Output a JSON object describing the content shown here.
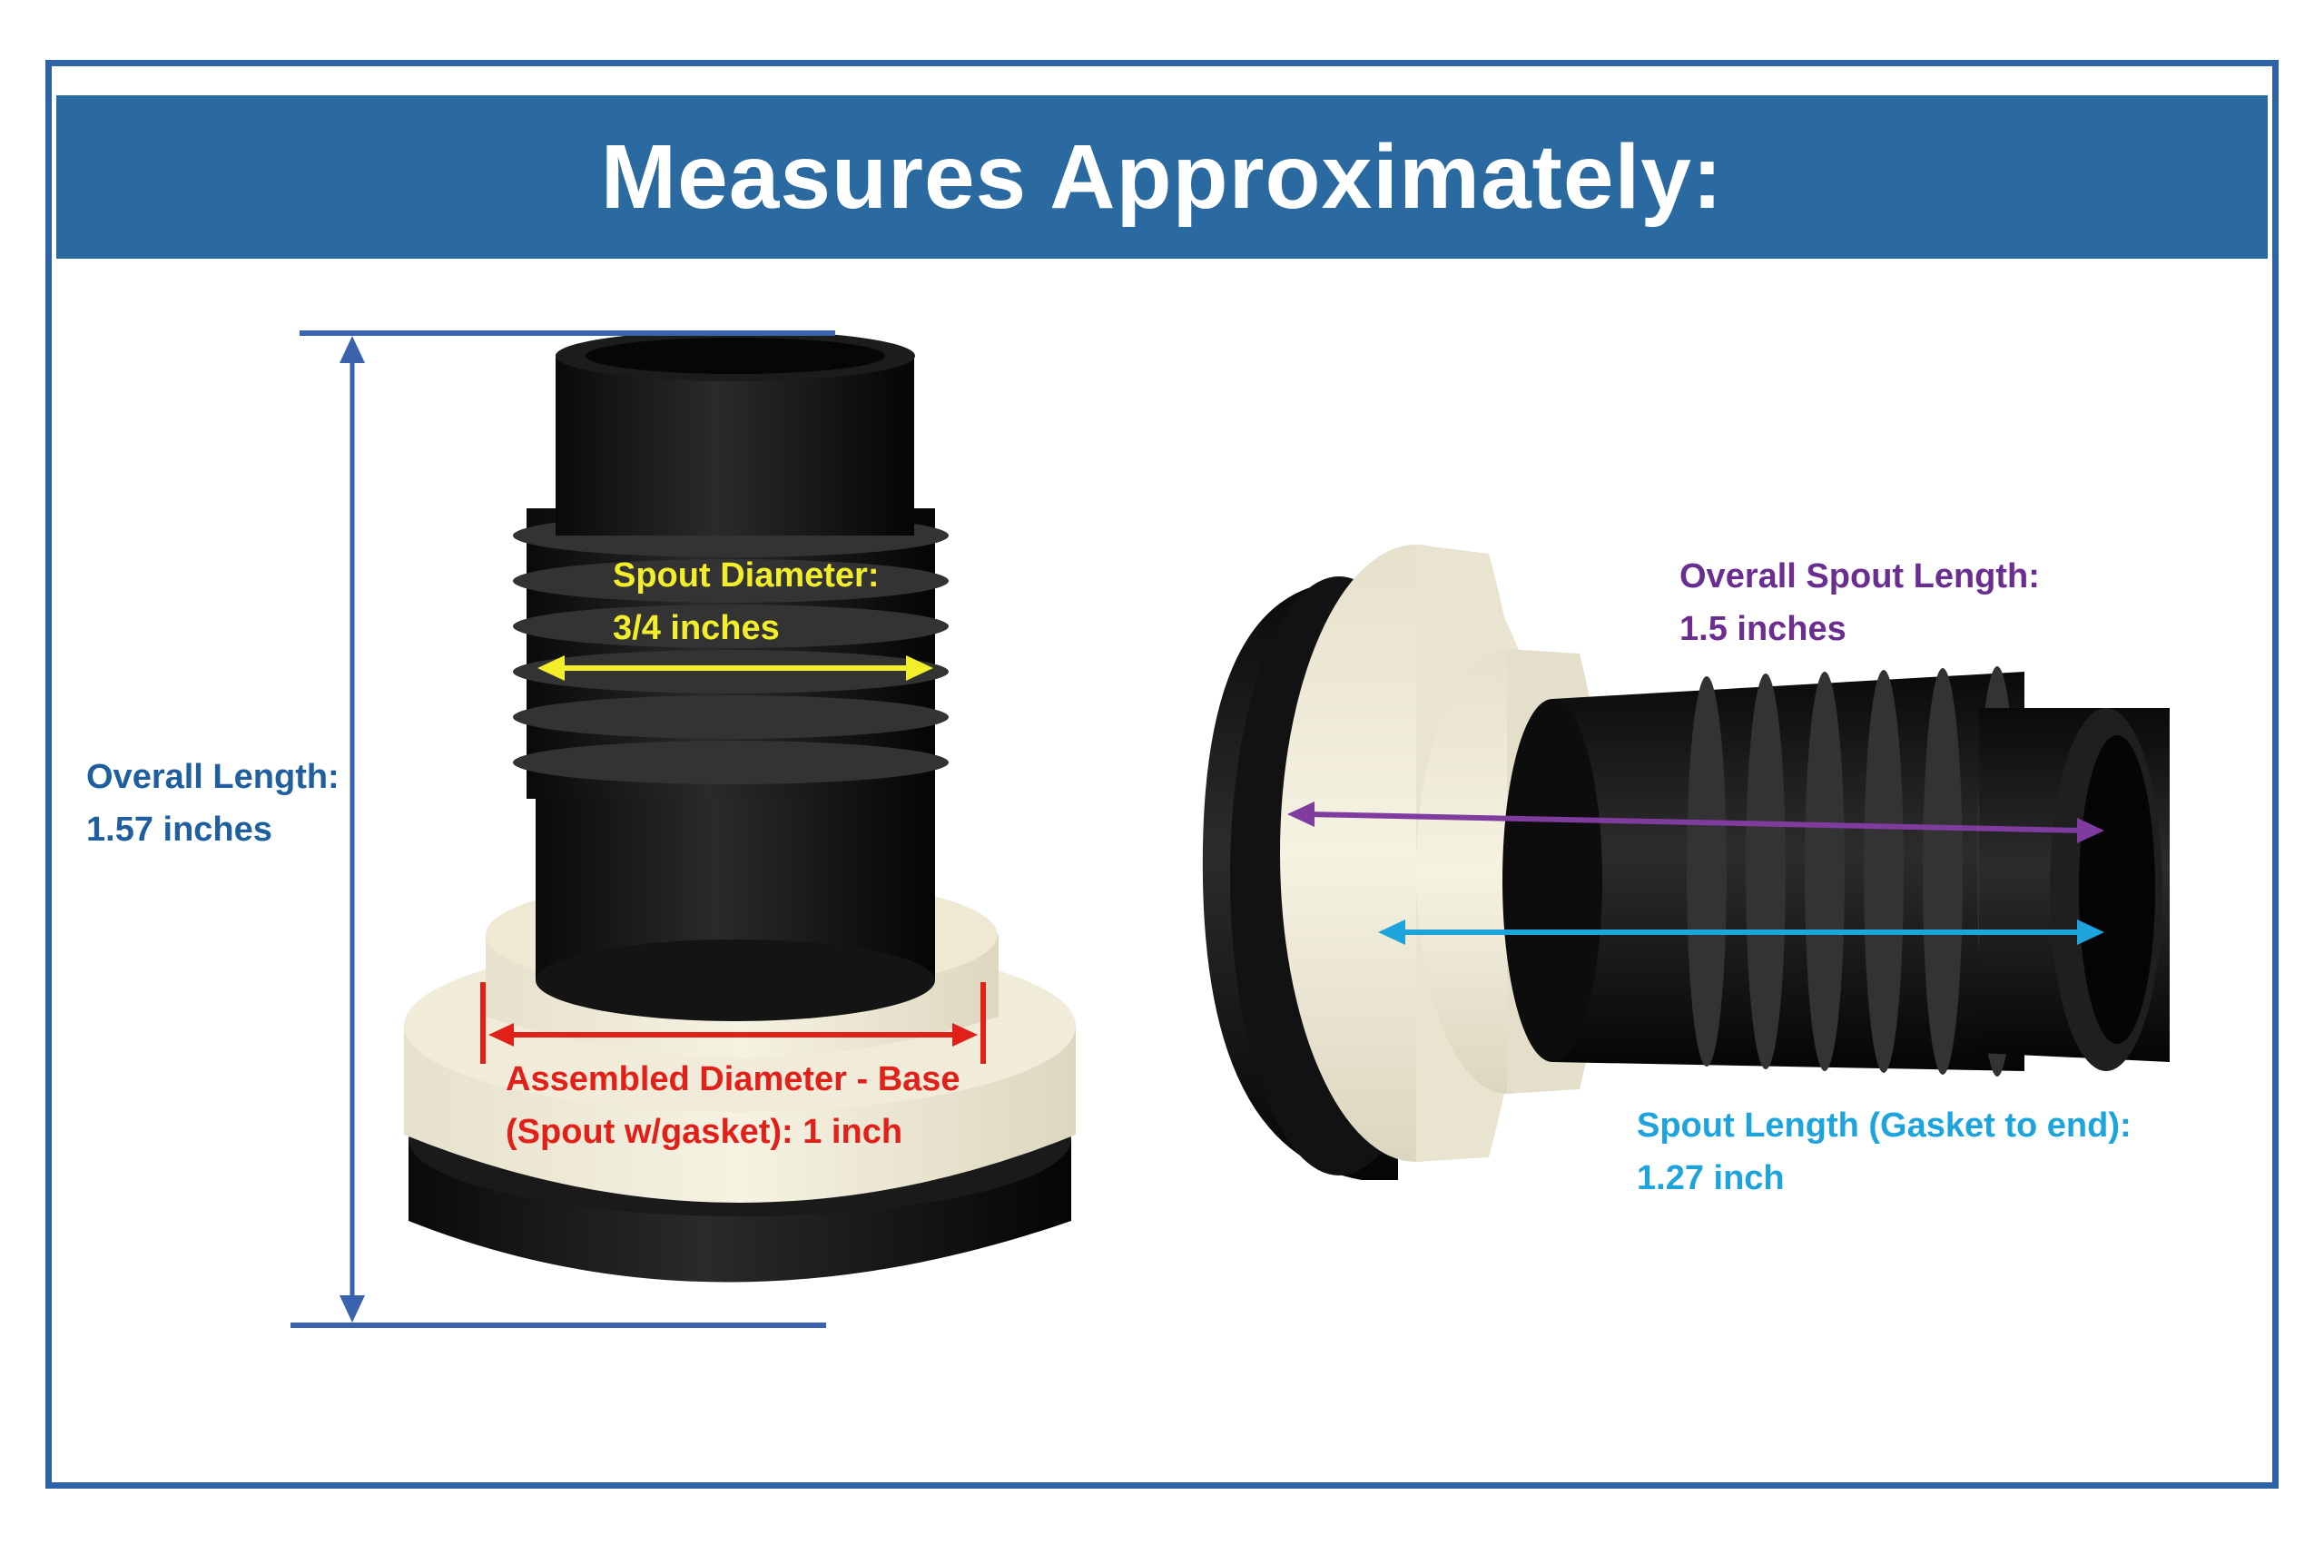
{
  "title": "Measures Approximately:",
  "colors": {
    "frame_border": "#2f63a8",
    "title_bar": "#2a6aa1",
    "title_text": "#ffffff",
    "overall_length": "#1f5f9f",
    "spout_diameter": "#f2ef2a",
    "assembled_diameter": "#e1201a",
    "overall_spout_length": "#6a2e91",
    "spout_length": "#1ea4dc"
  },
  "labels": {
    "overall_length": {
      "line1": "Overall Length:",
      "line2": "1.57 inches"
    },
    "spout_diameter": {
      "line1": "Spout Diameter:",
      "line2": "3/4 inches"
    },
    "assembled_diameter": {
      "line1": "Assembled Diameter - Base",
      "line2": "(Spout w/gasket): 1 inch"
    },
    "overall_spout_length": {
      "line1": "Overall Spout Length:",
      "line2": "1.5 inches"
    },
    "spout_length": {
      "line1": "Spout Length (Gasket to end):",
      "line2": "1.27 inch"
    }
  }
}
